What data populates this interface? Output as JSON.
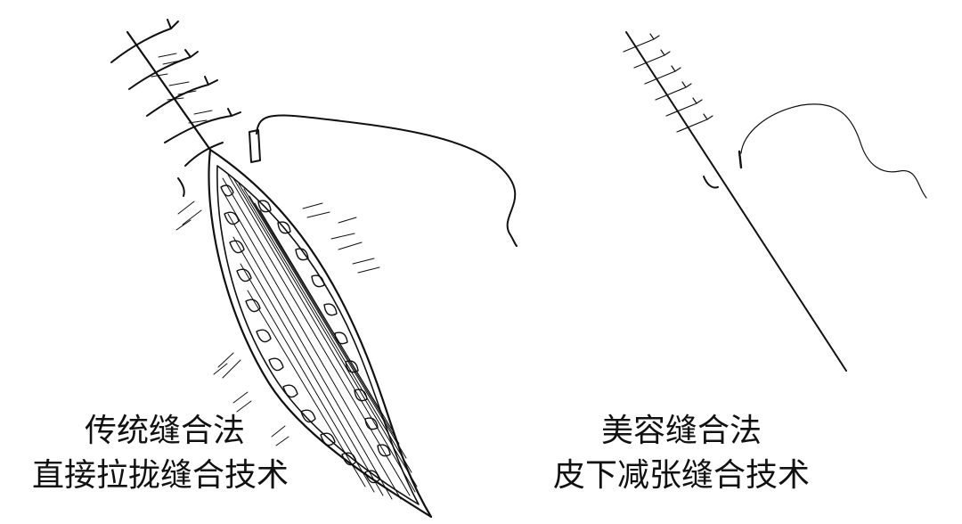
{
  "left": {
    "title": "传统缝合法",
    "subtitle": "直接拉拢缝合技术"
  },
  "right": {
    "title": "美容缝合法",
    "subtitle": "皮下减张缝合技术"
  },
  "colors": {
    "ink": "#111111",
    "background": "#ffffff"
  }
}
